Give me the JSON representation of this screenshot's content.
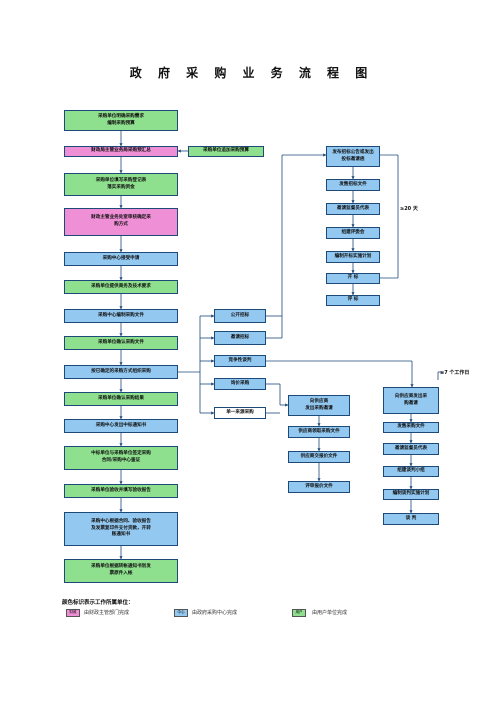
{
  "title": "政 府 采 购 业 务 流 程 图",
  "colors": {
    "green": "#8ee08e",
    "pink": "#ef8fd6",
    "blue": "#93c8f0",
    "line": "#1e4a7a"
  },
  "left": {
    "b1": "采购单位明确采购需求\n编制采购预算",
    "b2": "财政局主管业务局采购预汇总",
    "b3": "采购单位填写采购登记表\n落实采购资金",
    "b4": "财政主管业务处室审核确定采\n购方式",
    "b5": "采购中心接受申请",
    "b6": "采购单位提供商务及技术要求",
    "b7": "采购中心编制采购文件",
    "b8": "采购单位确认采购文件",
    "b9": "按已确定的采购方式组织采购",
    "b10": "采购单位确认采购结果",
    "b11": "采购中心发出中标通知书",
    "b12": "中标单位与采购单位签定采购\n合同/采购中心鉴证",
    "b13": "采购单位验收并填写验收报告",
    "b14": "采购中心根据合同、验收报告\n及发票复印件支付货款，开转\n账通知书",
    "b15": "采购单位根据转帐通知书划发\n票原件入帐"
  },
  "mid": {
    "budget_add": "采购单位追加采购预算",
    "open": "公开招标",
    "invite": "邀请招标",
    "competitive": "竞争性谈判",
    "inquiry": "询价采购",
    "single": "单一来源采购"
  },
  "right_top": {
    "r1": "发布招标公告或发出\n投标邀请函",
    "r2": "发售招标文件",
    "r3": "邀请监督员代表",
    "r4": "组建评委会",
    "r5": "编制开标实施计划",
    "r6": "开    标",
    "r7": "评    标",
    "days": "≥20 天"
  },
  "inquiry_col": {
    "q1": "向供应商\n发出采购邀请",
    "q2": "供应商领取采购文件",
    "q3": "供应商交报价文件",
    "q4": "评审报价文件"
  },
  "nego_col": {
    "n1": "向供应商发出采\n购邀请",
    "n2": "发售采购文件",
    "n3": "邀请监督员代表",
    "n4": "组建谈判小组",
    "n5": "编制谈判实施计划",
    "n6": "谈    判",
    "days": "≥7 个工作日"
  },
  "legend": {
    "title": "颜色标识表示工作所属单位：",
    "items": [
      {
        "swatch": "财政",
        "label": "由财政主管部门完成"
      },
      {
        "swatch": "中心",
        "label": "由政府采购中心完成"
      },
      {
        "swatch": "用户",
        "label": "由用户单位完成"
      }
    ]
  }
}
